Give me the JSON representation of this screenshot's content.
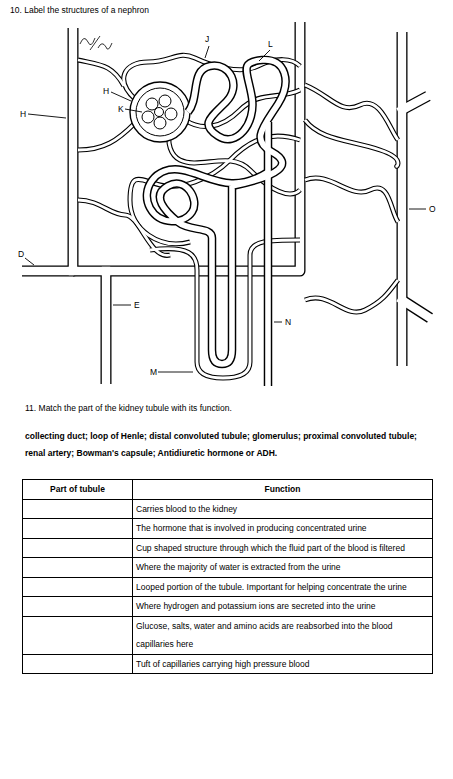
{
  "diagram": {
    "labels": [
      "10. Label the structures of a nephron",
      "J",
      "L",
      "H",
      "K",
      "H",
      "O",
      "D",
      "E",
      "N",
      "M",
      "11. Match the part of the kidney tubule with its function.",
      "collecting duct; loop of Henle; distal convoluted tubule; glomerulus; proximal convoluted tubule; renal artery; Bowman's capsule; Antidiuretic hormone or ADH.",
      "Part of tubule",
      "Function",
      "Carries blood to the kidney",
      "The hormone that is involved in producing concentrated urine",
      "Cup shaped structure through which the fluid part of the blood is filtered",
      "Where the majority of water is extracted from the urine",
      "Looped portion of the tubule. Important for helping concentrate the urine",
      "Where hydrogen and potassium ions are secreted into the urine",
      "Glucose, salts, water and amino acids are reabsorbed into the blood capillaries here",
      "Tuft of capillaries carrying high pressure blood"
    ]
  }
}
